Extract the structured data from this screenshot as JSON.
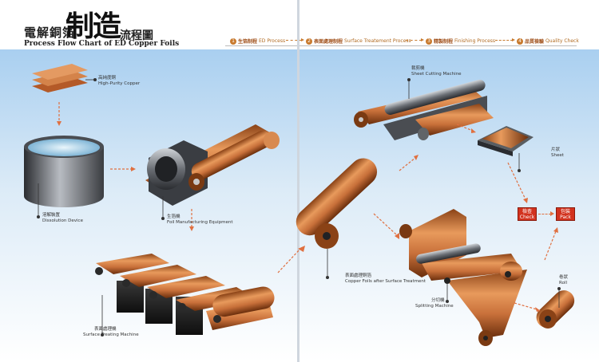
{
  "header": {
    "title_zh_prefix": "電解銅箔",
    "title_zh_big": "制造",
    "title_zh_suffix": "流程圖",
    "title_en": "Process Flow Chart of ED Copper Foils",
    "steps": [
      {
        "num": "1",
        "zh": "生箔制程",
        "en": "ED Process"
      },
      {
        "num": "2",
        "zh": "表面處理制程",
        "en": "Surface Treatement Process"
      },
      {
        "num": "3",
        "zh": "精製制程",
        "en": "Finishing Process"
      },
      {
        "num": "4",
        "zh": "品質檢驗",
        "en": "Quality Check"
      }
    ]
  },
  "labels": {
    "copper": {
      "zh": "高純度銅",
      "en": "High-Purity Copper"
    },
    "dissolution": {
      "zh": "溶解裝置",
      "en": "Dissolution Device"
    },
    "foil_machine": {
      "zh": "生箔機",
      "en": "Foil Manufacturing Equipment"
    },
    "surface_machine": {
      "zh": "表面處理機",
      "en": "Surface Treating Machine"
    },
    "sheet_cutting": {
      "zh": "裁剪機",
      "en": "Sheet Cutting Machine"
    },
    "sheet": {
      "zh": "片狀",
      "en": "Sheet"
    },
    "copper_after": {
      "zh": "表面處理銅箔",
      "en": "Copper Foils after Surface Treatment"
    },
    "splitting": {
      "zh": "分切機",
      "en": "Splitting Machine"
    },
    "roll": {
      "zh": "卷狀",
      "en": "Roll"
    }
  },
  "boxes": {
    "check": {
      "zh": "檢查",
      "en": "Check"
    },
    "pack": {
      "zh": "包裝",
      "en": "Pack"
    }
  },
  "colors": {
    "accent": "#c87a2e",
    "copper": "#c8703a",
    "box": "#d2321e"
  }
}
